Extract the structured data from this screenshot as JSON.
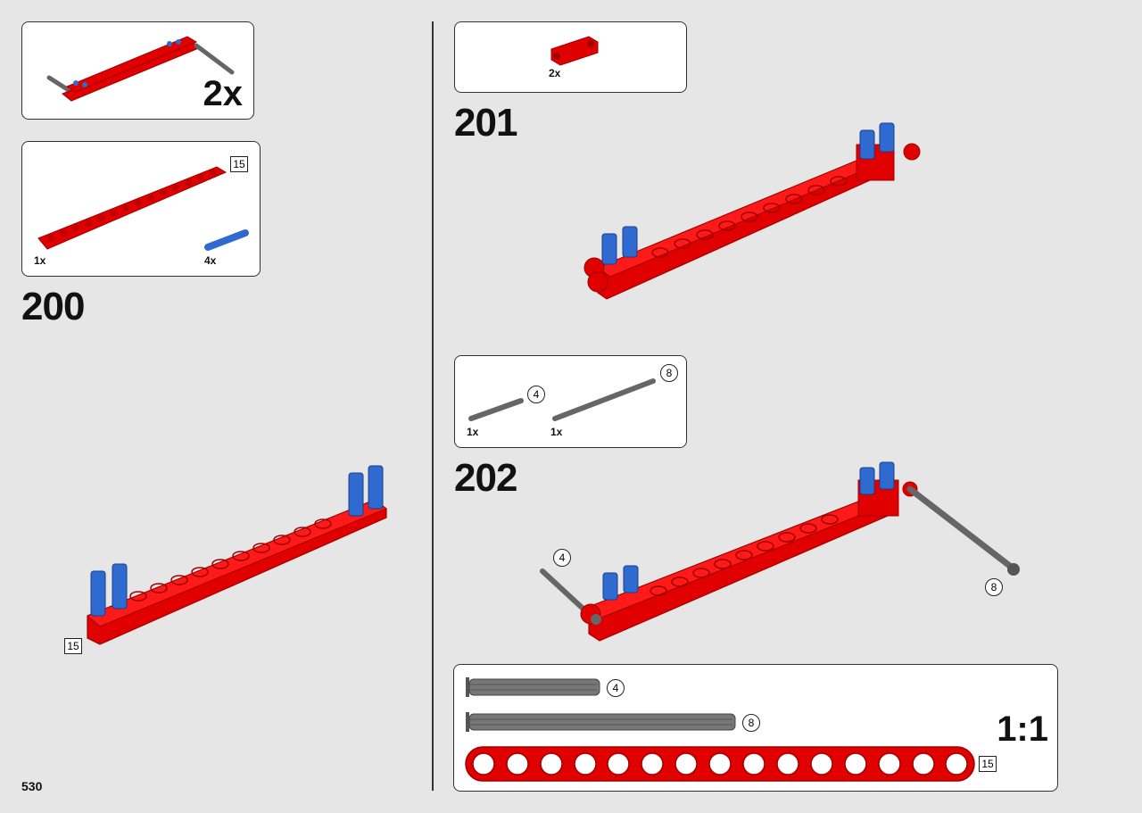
{
  "page_number": "530",
  "colors": {
    "red": "#e00000",
    "dark_red": "#a00000",
    "blue": "#2f6ad0",
    "grey": "#666666",
    "bg": "#e6e6e6"
  },
  "sub_assembly": {
    "multiplier": "2x"
  },
  "step200": {
    "number": "200",
    "parts": [
      {
        "name": "beam",
        "qty": "1x",
        "length": "15"
      },
      {
        "name": "pin",
        "qty": "4x"
      }
    ],
    "callout_length": "15"
  },
  "step201": {
    "number": "201",
    "parts": [
      {
        "name": "connector",
        "qty": "2x"
      }
    ]
  },
  "step202": {
    "number": "202",
    "parts": [
      {
        "name": "axle-short",
        "qty": "1x",
        "length": "4"
      },
      {
        "name": "axle-long",
        "qty": "1x",
        "length": "8"
      }
    ],
    "callout_short": "4",
    "callout_long": "8"
  },
  "scale_ruler": {
    "label": "1:1",
    "items": [
      {
        "name": "axle",
        "length": "4"
      },
      {
        "name": "axle",
        "length": "8"
      },
      {
        "name": "beam",
        "length": "15"
      }
    ]
  }
}
